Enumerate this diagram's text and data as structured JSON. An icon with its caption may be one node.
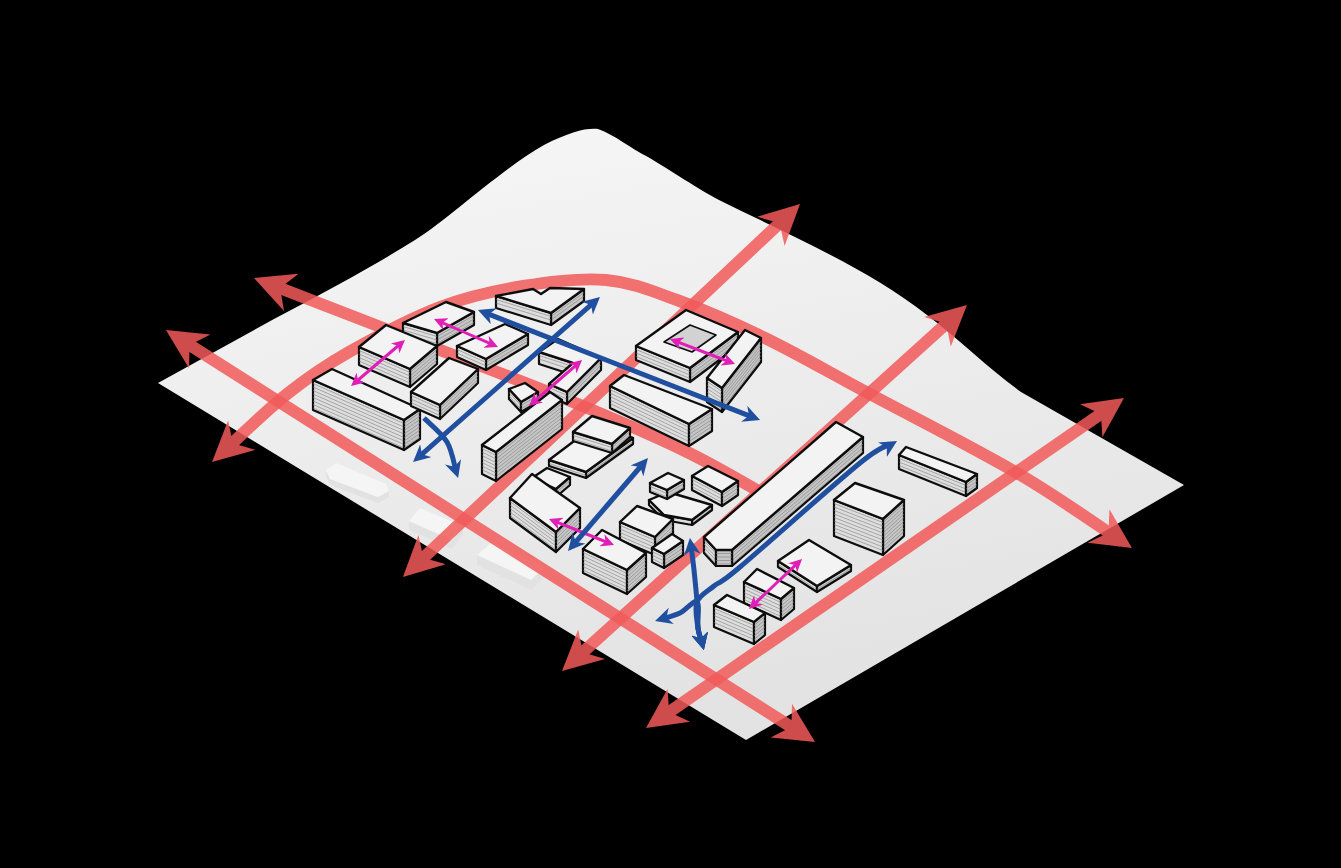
{
  "diagram": {
    "nodes": [
      {
        "text": [],
        "shape": "box"
      },
      {
        "text": [],
        "shape": "box"
      },
      {
        "text": [],
        "shape": "box"
      },
      {
        "text": [],
        "shape": "box"
      },
      {
        "text": [],
        "shape": "box"
      },
      {
        "text": [],
        "shape": "box"
      },
      {
        "text": [],
        "shape": "box"
      },
      {
        "text": [],
        "shape": "box"
      },
      {
        "text": [],
        "shape": "box"
      },
      {
        "text": [],
        "shape": "box"
      },
      {
        "text": [],
        "shape": "box"
      },
      {
        "text": [],
        "shape": "box"
      },
      {
        "text": [],
        "shape": "box"
      },
      {
        "text": [],
        "shape": "box"
      },
      {
        "text": [],
        "shape": "box"
      },
      {
        "text": [],
        "shape": "box"
      },
      {
        "text": [],
        "shape": "box"
      },
      {
        "text": [],
        "shape": "box"
      },
      {
        "text": [],
        "shape": "box"
      },
      {
        "text": [],
        "shape": "box"
      },
      {
        "text": [],
        "shape": "box"
      },
      {
        "text": [],
        "shape": "box"
      }
    ],
    "edges": [
      {
        "from": 1,
        "to": 3,
        "arrow": "both",
        "color": "#e01fb6"
      },
      {
        "from": 2,
        "to": 5,
        "arrow": "both",
        "color": "#e01fb6"
      },
      {
        "from": 8,
        "to": 4,
        "arrow": "both",
        "color": "#e01fb6"
      },
      {
        "from": 10,
        "to": 6,
        "arrow": "both",
        "color": "#e01fb6"
      },
      {
        "from": 15,
        "to": 18,
        "arrow": "both",
        "color": "#e01fb6"
      },
      {
        "from": 21,
        "to": 19,
        "arrow": "both",
        "color": "#e01fb6"
      },
      {
        "from": 0,
        "to": 5,
        "arrow": "both"
      },
      {
        "from": 8,
        "to": 0,
        "arrow": "both"
      },
      {
        "from": 7,
        "to": 10,
        "arrow": "to"
      },
      {
        "from": 18,
        "to": 11,
        "arrow": "both"
      },
      {
        "from": 21,
        "to": 13,
        "arrow": "both"
      },
      {
        "from": 21,
        "to": 18,
        "arrow": "both"
      },
      {
        "from": 21,
        "to": 17,
        "arrow": "both"
      }
    ]
  }
}
